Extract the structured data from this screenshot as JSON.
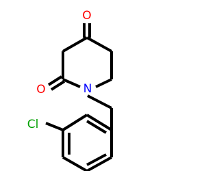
{
  "molecule": {
    "atoms": [
      {
        "id": "O1",
        "label": "O",
        "color": "#ff0000"
      },
      {
        "id": "O2",
        "label": "O",
        "color": "#ff0000"
      },
      {
        "id": "N1",
        "label": "N",
        "color": "#0000ff"
      },
      {
        "id": "Cl1",
        "label": "Cl",
        "color": "#00a000"
      }
    ],
    "bond_color": "#000000",
    "background": "#ffffff"
  }
}
